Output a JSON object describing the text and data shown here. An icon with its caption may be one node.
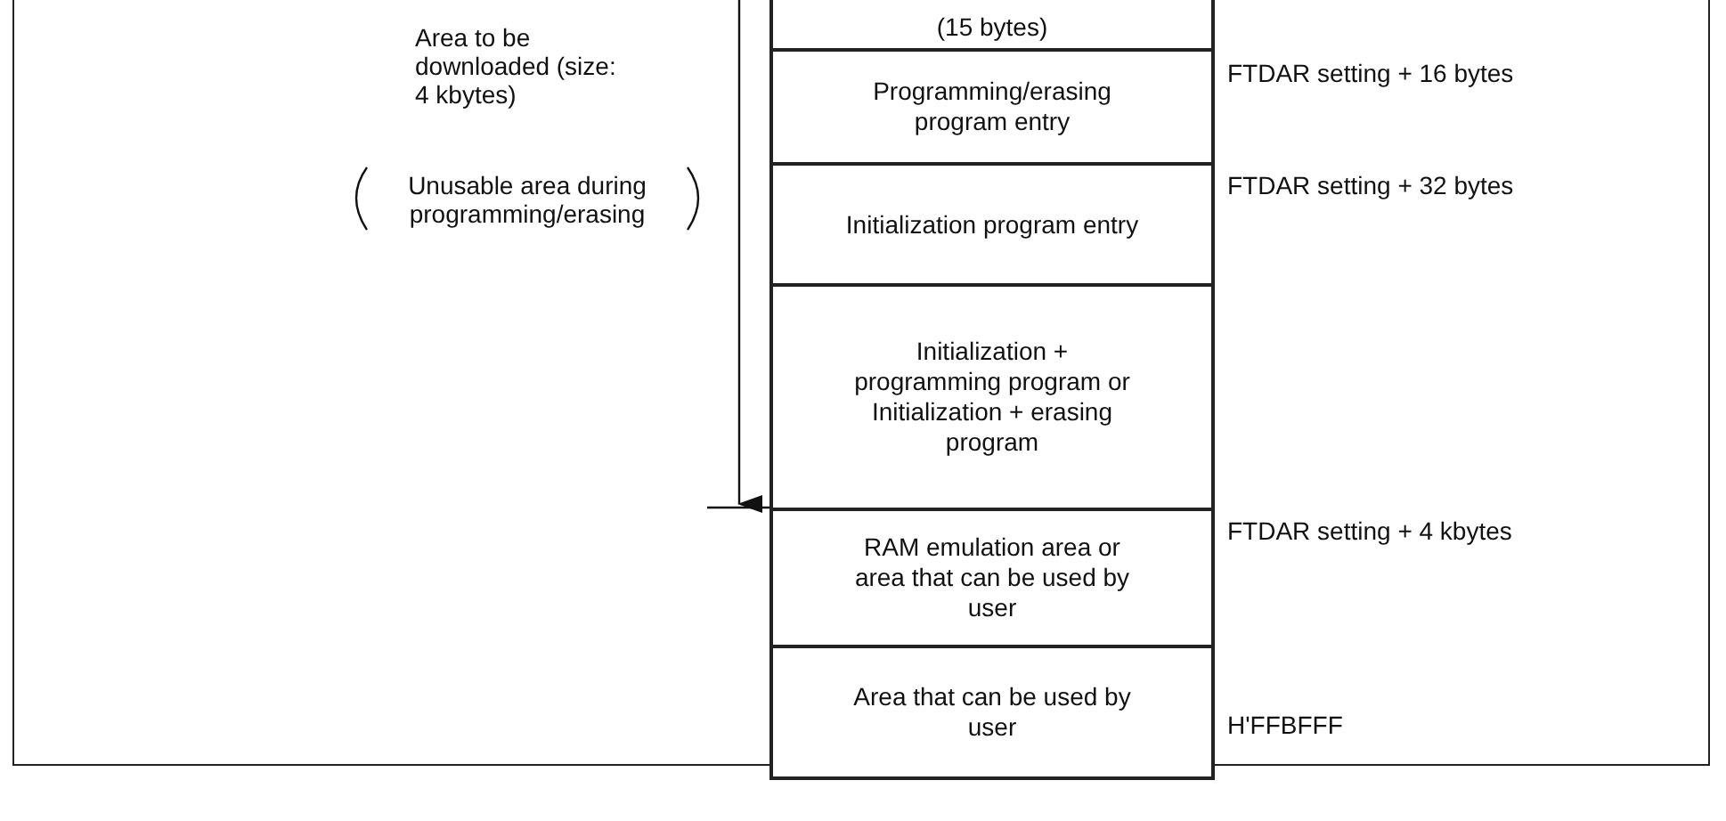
{
  "diagram": {
    "nodes": [
      {
        "text": [
          "(15 bytes)"
        ]
      },
      {
        "text": [
          "Programming/erasing program entry"
        ]
      },
      {
        "text": [
          "Initialization program entry"
        ]
      },
      {
        "text": [
          "Initialization + programming program or Initialization + erasing program"
        ]
      },
      {
        "text": [
          "RAM emulation area or area that can be used by user"
        ]
      },
      {
        "text": [
          "Area that can be used by user"
        ]
      }
    ],
    "labels": [
      "Area to be downloaded (size: 4 kbytes)",
      "Unusable area during programming/erasing",
      "FTDAR setting + 16 bytes",
      "FTDAR setting + 32 bytes",
      "FTDAR setting + 4 kbytes",
      "H'FFBFFF"
    ]
  }
}
